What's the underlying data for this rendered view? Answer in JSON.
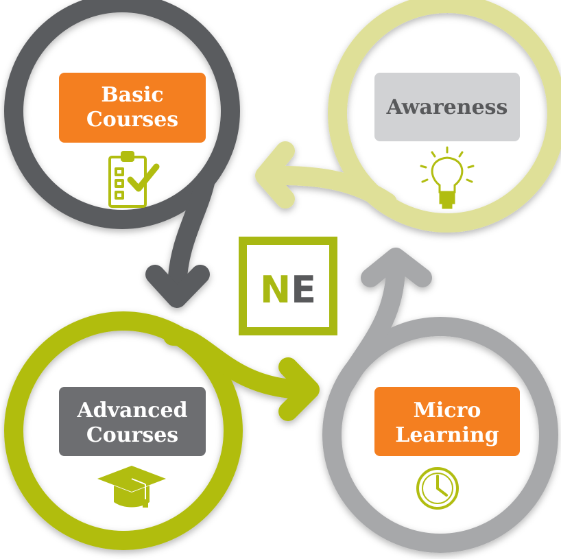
{
  "colors": {
    "dark_ring": "#5a5b5e",
    "olive_ring": "#b1bd10",
    "pale_ring": "#dfe098",
    "light_grey_ring": "#a7a8aa",
    "orange_box": "#f47f20",
    "grey_box": "#6d6e71",
    "light_grey_box": "#d1d2d4",
    "icon_green": "#b1bd10",
    "logo_green": "#a8b812",
    "logo_dark": "#58595b"
  },
  "logo": {
    "letter_1": "N",
    "letter_2": "E"
  },
  "nodes": {
    "basic": {
      "line1": "Basic",
      "line2": "Courses",
      "icon": "clipboard-checklist-icon"
    },
    "awareness": {
      "line1": "Awareness",
      "icon": "lightbulb-icon"
    },
    "advanced": {
      "line1": "Advanced",
      "line2": "Courses",
      "icon": "graduation-cap-icon"
    },
    "micro": {
      "line1": "Micro",
      "line2": "Learning",
      "icon": "clock-icon"
    }
  }
}
